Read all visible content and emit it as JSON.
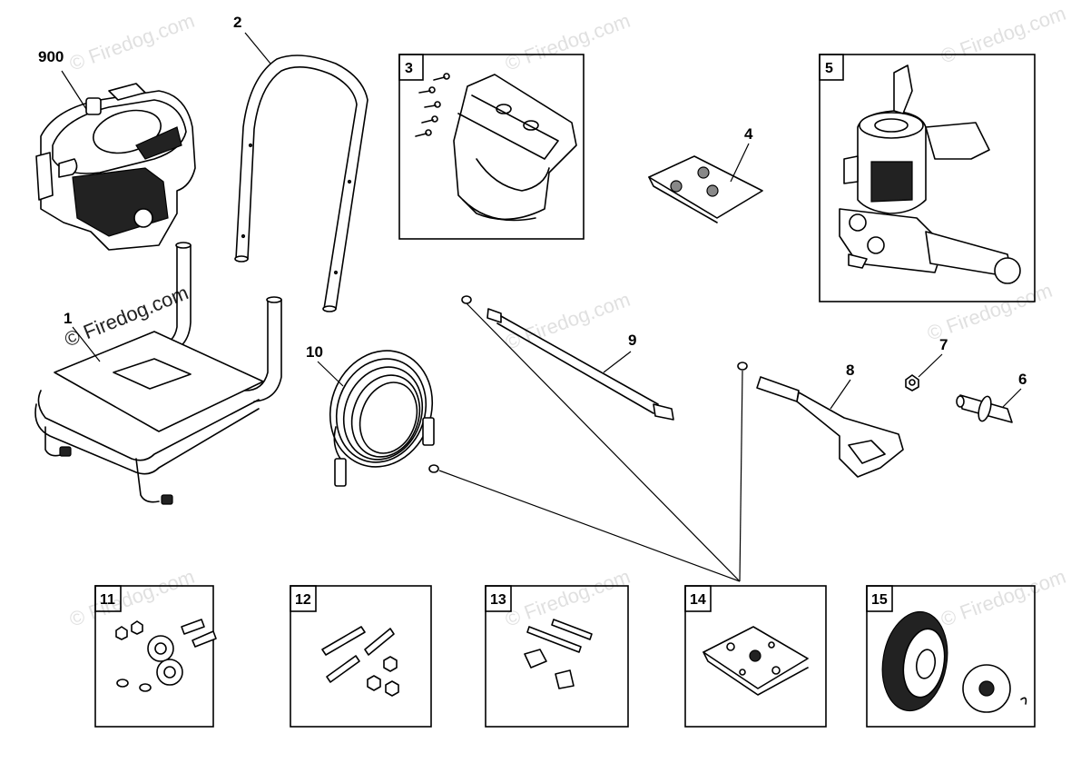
{
  "watermark": {
    "text": "© Firedog.com",
    "main_text": "© Firedog.com"
  },
  "callouts": {
    "engine": "900",
    "frame": "1",
    "handle": "2",
    "bracket": "3",
    "screw_bag": "4",
    "pump": "5",
    "axle": "6",
    "nut": "7",
    "gun": "8",
    "wand": "9",
    "hose": "10"
  },
  "kits": [
    {
      "number": "11"
    },
    {
      "number": "12"
    },
    {
      "number": "13"
    },
    {
      "number": "14"
    },
    {
      "number": "15"
    }
  ]
}
